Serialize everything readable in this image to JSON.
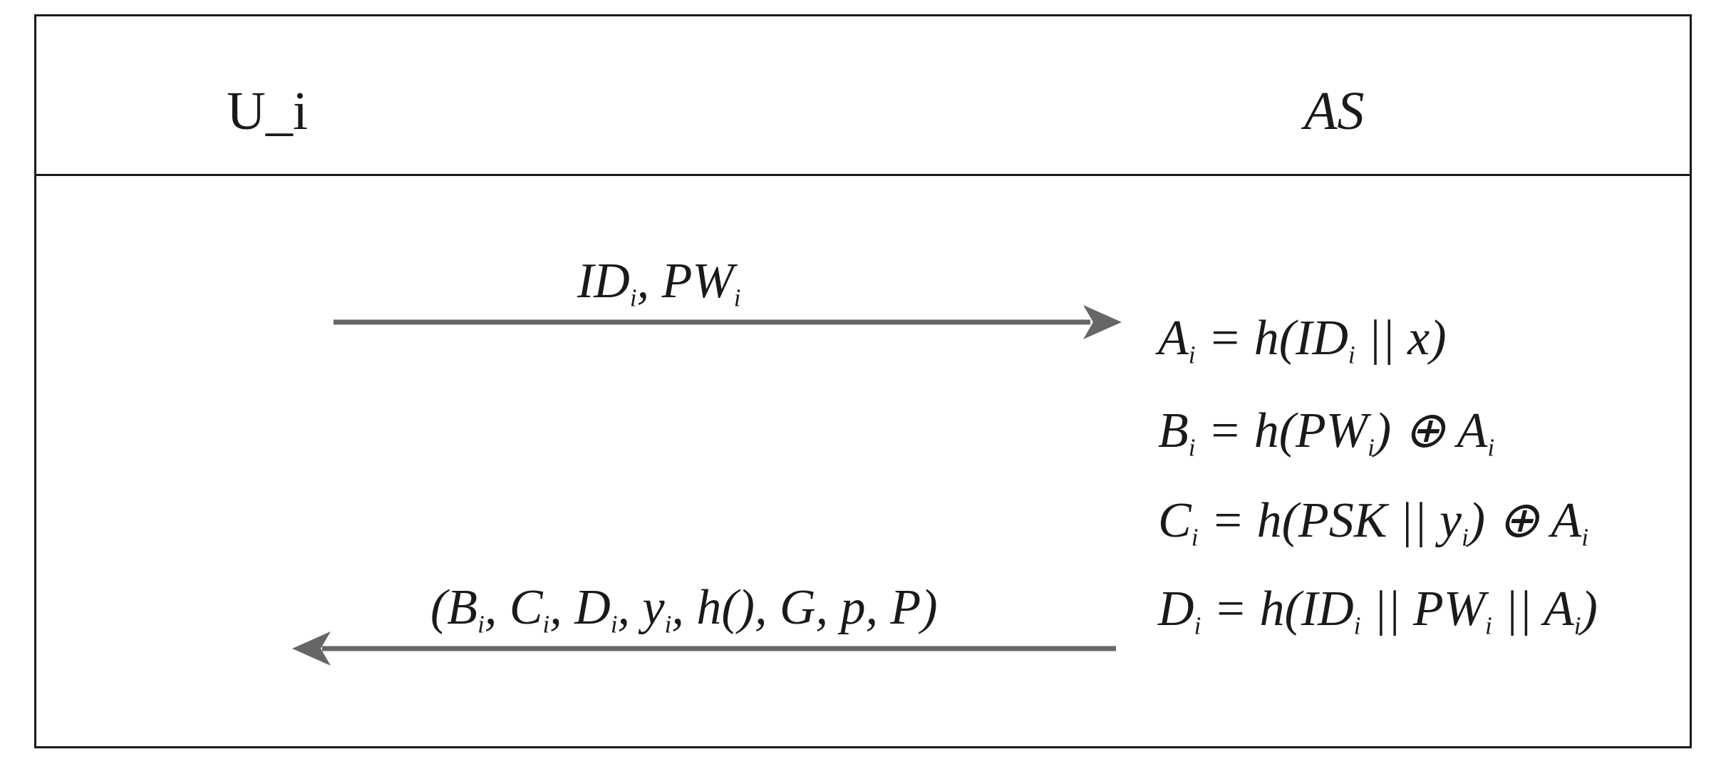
{
  "parties": {
    "user": "U_i",
    "server": "AS"
  },
  "messages": {
    "request": "ID_i, PW_i",
    "response": "(B_i, C_i, D_i, y_i, h(), G, p, P)"
  },
  "equations": {
    "a": "A_i = h(ID_i || x)",
    "b": "B_i = h(PW_i) ⊕ A_i",
    "c": "C_i = h(PSK || y_i) ⊕ A_i",
    "d": "D_i = h(ID_i || PW_i || A_i)"
  },
  "colors": {
    "arrow": "#666666",
    "border": "#1a1a1a",
    "text": "#1a1a1a"
  }
}
